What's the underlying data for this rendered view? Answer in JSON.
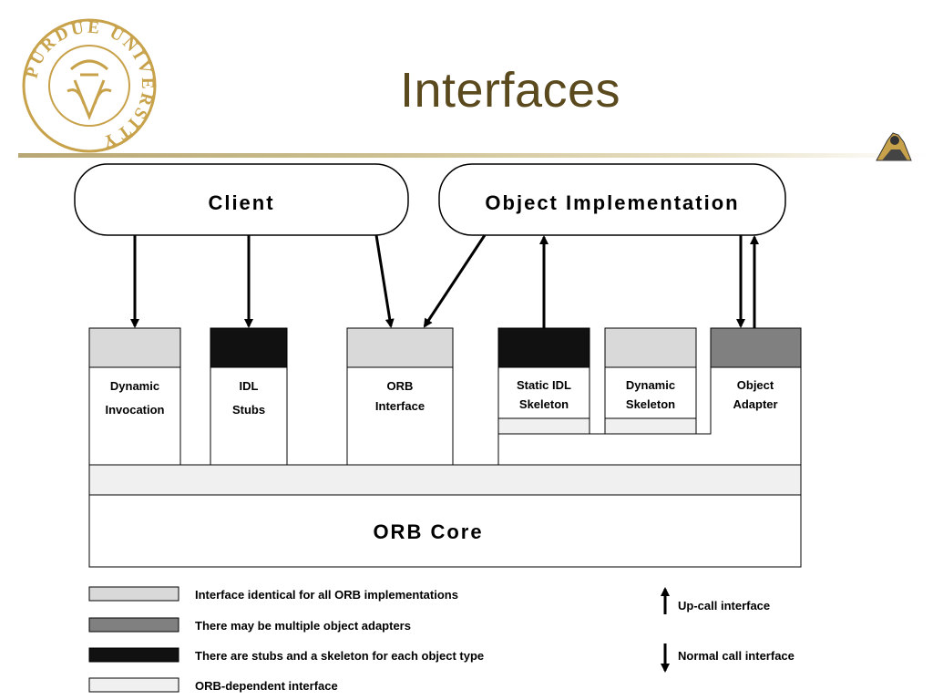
{
  "slide": {
    "title": "Interfaces"
  },
  "logo": {
    "text": "PURDUE UNIVERSITY"
  },
  "diagram": {
    "client": "Client",
    "object_implementation": "Object Implementation",
    "components": {
      "dynamic_invocation": [
        "Dynamic",
        "Invocation"
      ],
      "idl_stubs": [
        "IDL",
        "Stubs"
      ],
      "orb_interface": [
        "ORB",
        "Interface"
      ],
      "static_idl_skeleton": [
        "Static IDL",
        "Skeleton"
      ],
      "dynamic_skeleton": [
        "Dynamic",
        "Skeleton"
      ],
      "object_adapter": [
        "Object",
        "Adapter"
      ]
    },
    "orb_core": "ORB Core"
  },
  "legend": {
    "identical": "Interface identical for all ORB implementations",
    "multiple_adapters": "There may be multiple object adapters",
    "stubs_skeleton": "There are stubs and a skeleton for each object type",
    "orb_dependent": "ORB-dependent interface",
    "upcall": "Up-call interface",
    "normal_call": "Normal call interface"
  },
  "colors": {
    "title": "#5a4a1e",
    "light_gray": "#d9d9d9",
    "dark_gray": "#808080",
    "black": "#111111",
    "very_light": "#f0f0f0",
    "gold": "#c8a24a"
  }
}
